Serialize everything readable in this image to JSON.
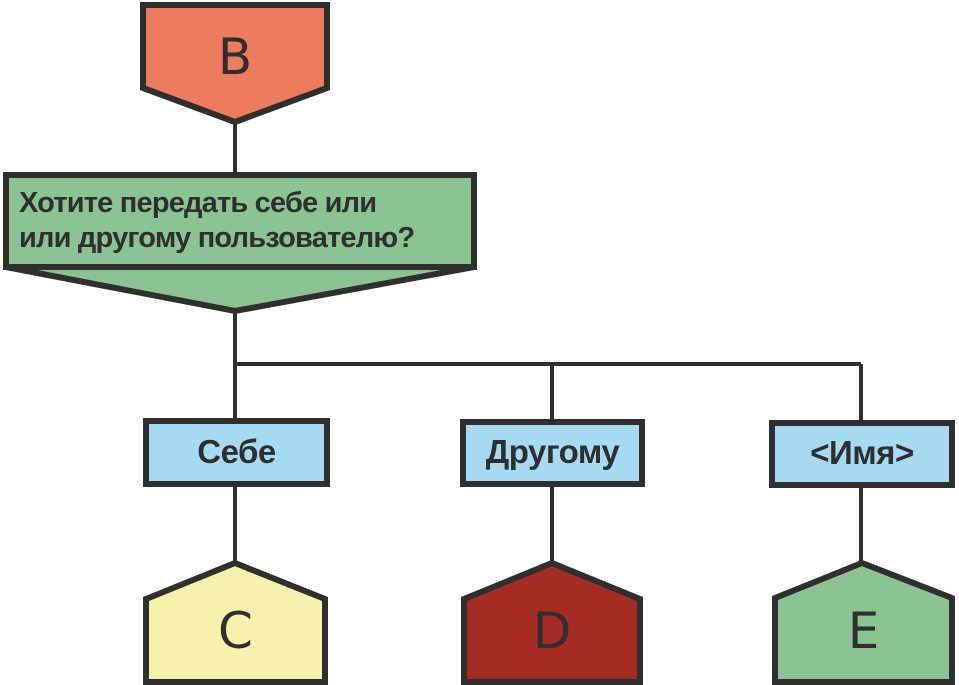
{
  "diagram": {
    "title": "transfer-choice-flowchart",
    "stroke_color": "#2f2f2f",
    "nodes": {
      "b": {
        "label": "B",
        "fill": "#EC7C5C",
        "shape": "pentagon-down"
      },
      "question": {
        "line1": "Хотите передать себе или",
        "line2": "или другому пользователю?",
        "fill": "#8BC492",
        "shape": "banner-down"
      },
      "sebe": {
        "label": "Себе",
        "fill": "#A6DAF2",
        "shape": "rect"
      },
      "drugomu": {
        "label": "Другому",
        "fill": "#A6DAF2",
        "shape": "rect"
      },
      "imya": {
        "label": "<Имя>",
        "fill": "#A6DAF2",
        "shape": "rect"
      },
      "c": {
        "label": "C",
        "fill": "#F6F2AD",
        "shape": "pentagon-up"
      },
      "d": {
        "label": "D",
        "fill": "#A62B25",
        "shape": "pentagon-up"
      },
      "e": {
        "label": "E",
        "fill": "#8BC492",
        "shape": "pentagon-up"
      }
    }
  }
}
